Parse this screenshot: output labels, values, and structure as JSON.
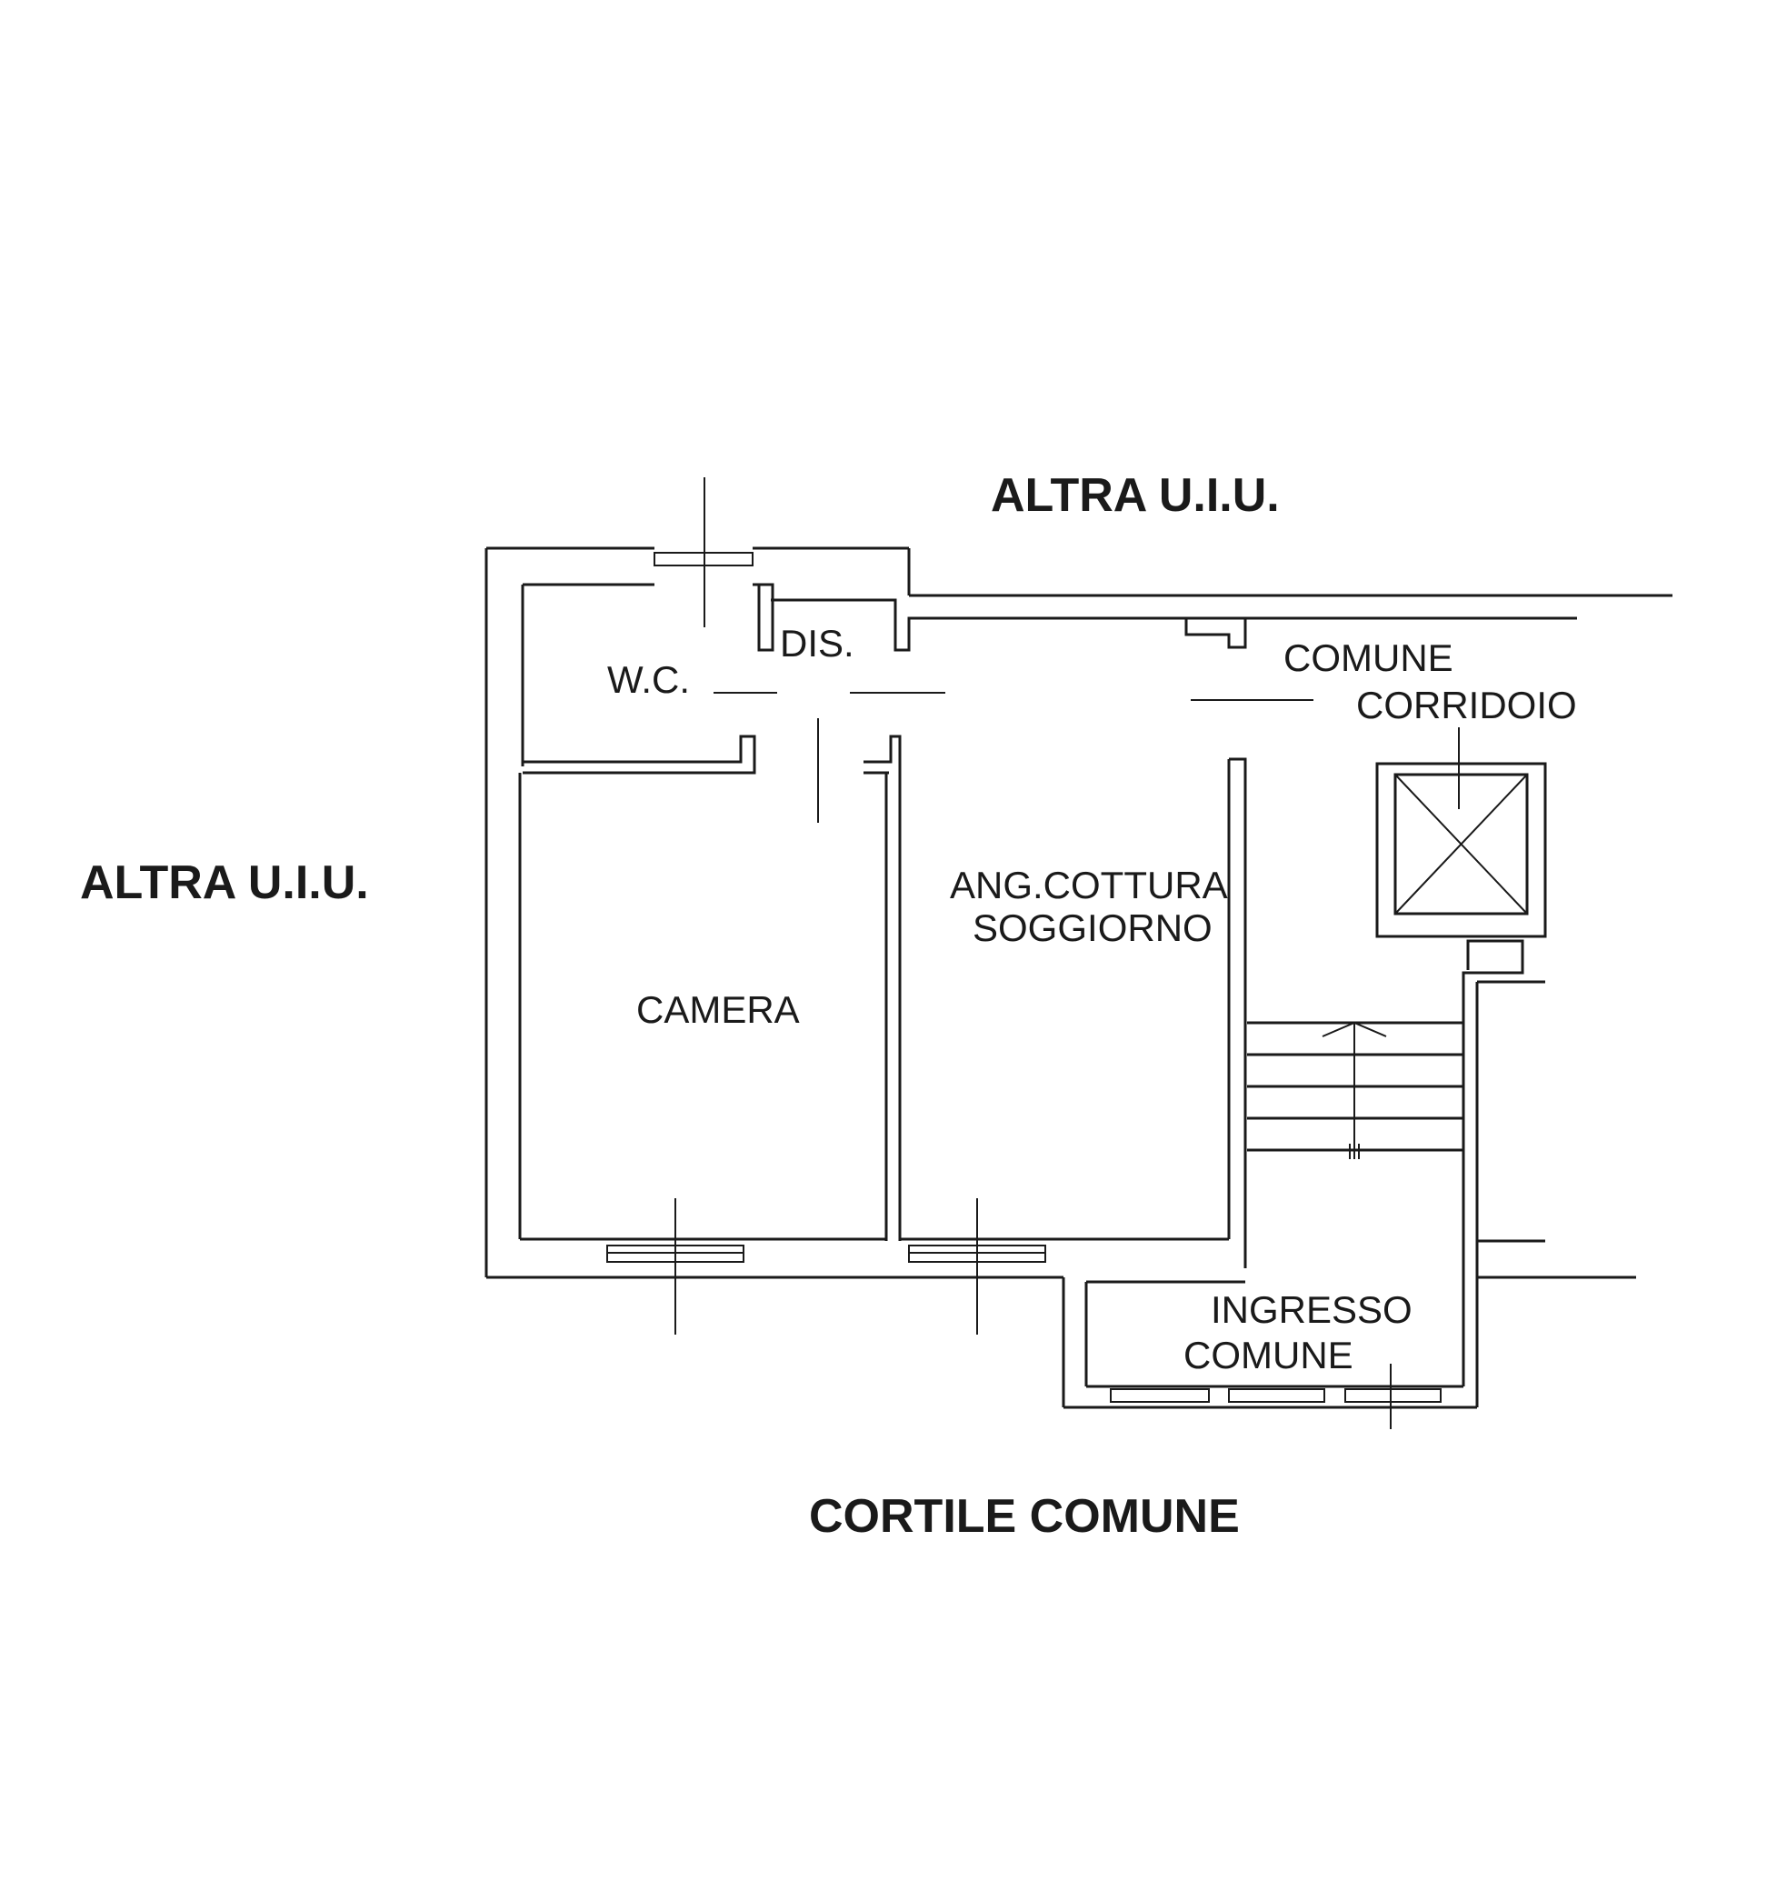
{
  "labels": {
    "top_neighbor": "ALTRA U.I.U.",
    "left_neighbor": "ALTRA U.I.U.",
    "courtyard": "CORTILE COMUNE",
    "dis": "DIS.",
    "wc": "W.C.",
    "corridor_line1": "COMUNE",
    "corridor_line2": "CORRIDOIO",
    "living_line1": "ANG.COTTURA",
    "living_line2": "SOGGIORNO",
    "camera": "CAMERA",
    "entrance_line1": "INGRESSO",
    "entrance_line2": "COMUNE"
  },
  "colors": {
    "ink": "#1a1a1a",
    "background": "#ffffff"
  },
  "icons": {
    "lift_shaft": "lift-shaft-cross",
    "stairs": "staircase-with-arrow"
  }
}
